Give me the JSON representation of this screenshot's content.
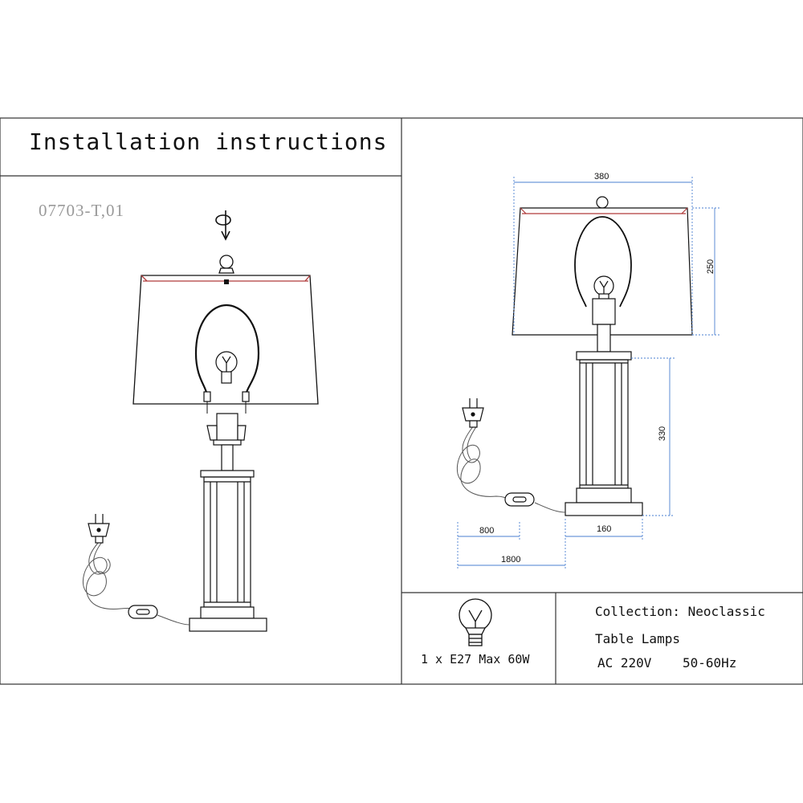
{
  "title": "Installation instructions",
  "model": "07703-T,01",
  "bulb_spec": "1 x E27 Max 60W",
  "collection": "Collection: Neoclassic",
  "type": "Table Lamps",
  "power": "AC 220V    50-60Hz",
  "dimensions": {
    "shade_width": "380",
    "shade_height": "250",
    "base_height": "330",
    "cord_to_switch": "800",
    "base_width": "160",
    "cord_length": "1800"
  },
  "colors": {
    "line": "#222222",
    "dimension_line": "#4a7fd0",
    "shade_trim": "#b03a3a"
  }
}
